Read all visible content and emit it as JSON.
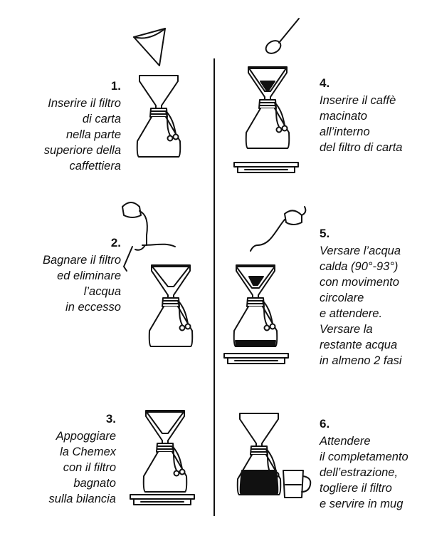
{
  "steps": [
    {
      "number": "1.",
      "lines": [
        "Inserire il filtro",
        "di carta",
        "nella parte",
        "superiore della",
        "caffettiera"
      ]
    },
    {
      "number": "2.",
      "lines": [
        "Bagnare il filtro",
        "ed eliminare",
        "l’acqua",
        "in eccesso"
      ]
    },
    {
      "number": "3.",
      "lines": [
        "Appoggiare",
        "la Chemex",
        "con il filtro",
        "bagnato",
        "sulla bilancia"
      ]
    },
    {
      "number": "4.",
      "lines": [
        "Inserire il caffè",
        "macinato",
        "all’interno",
        "del filtro di carta"
      ]
    },
    {
      "number": "5.",
      "lines": [
        "Versare l’acqua",
        "calda (90°-93°)",
        "con movimento",
        "circolare",
        "e attendere.",
        "Versare la",
        "restante acqua",
        "in almeno 2 fasi"
      ]
    },
    {
      "number": "6.",
      "lines": [
        "Attendere",
        "il completamento",
        "dell’estrazione,",
        "togliere il filtro",
        "e servire in mug"
      ]
    }
  ],
  "colors": {
    "ink": "#111111",
    "background": "#ffffff"
  }
}
